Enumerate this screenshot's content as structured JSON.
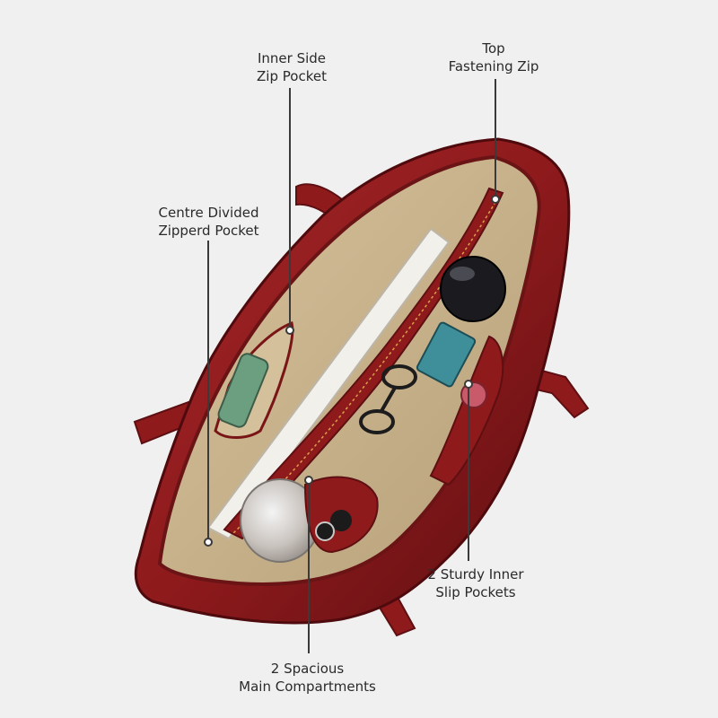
{
  "image": {
    "subject": "open-red-leather-tote-handbag",
    "colors": {
      "background": "#f0f0f0",
      "leather": "#8e1a1c",
      "leather_dark": "#5e0f12",
      "lining": "#c9b48f",
      "leader_line": "#3a3a3a"
    }
  },
  "callouts": {
    "inner_side_zip_pocket": {
      "line1": "Inner Side",
      "line2": "Zip Pocket"
    },
    "top_fastening_zip": {
      "line1": "Top",
      "line2": "Fastening Zip"
    },
    "centre_divided_pocket": {
      "line1": "Centre Divided",
      "line2": "Zipperd Pocket"
    },
    "inner_slip_pockets": {
      "line1": "2 Sturdy Inner",
      "line2": "Slip Pockets"
    },
    "main_compartments": {
      "line1": "2 Spacious",
      "line2": "Main Compartments"
    }
  }
}
